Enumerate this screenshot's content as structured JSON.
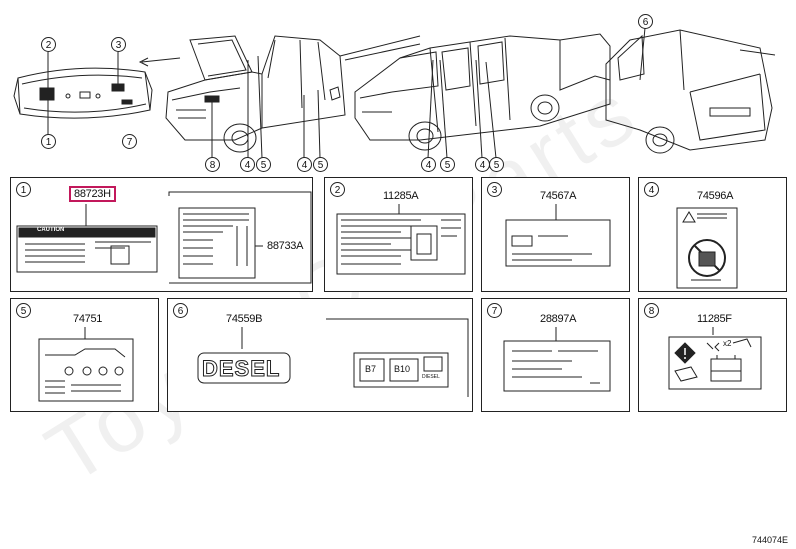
{
  "watermark": "ToyotaCarParts",
  "figure_id": "744074E",
  "callouts": {
    "c1": "1",
    "c2": "2",
    "c3": "3",
    "c4": "4",
    "c5": "5",
    "c6": "6",
    "c7": "7",
    "c8": "8"
  },
  "panels": {
    "p1": {
      "index": "1",
      "part_a": "88723H",
      "part_b": "88733A",
      "caution": "CAUTION"
    },
    "p2": {
      "index": "2",
      "part": "11285A"
    },
    "p3": {
      "index": "3",
      "part": "74567A"
    },
    "p4": {
      "index": "4",
      "part": "74596A"
    },
    "p5": {
      "index": "5",
      "part": "74751"
    },
    "p6": {
      "index": "6",
      "part": "74559B",
      "emblem": "DESEL",
      "label_b7": "B7",
      "label_b10": "B10",
      "label_diesel": "DIESEL"
    },
    "p7": {
      "index": "7",
      "part": "28897A"
    },
    "p8": {
      "index": "8",
      "part": "11285F",
      "x2": "x2"
    }
  },
  "colors": {
    "highlight": "#c2185b",
    "line": "#222222"
  }
}
